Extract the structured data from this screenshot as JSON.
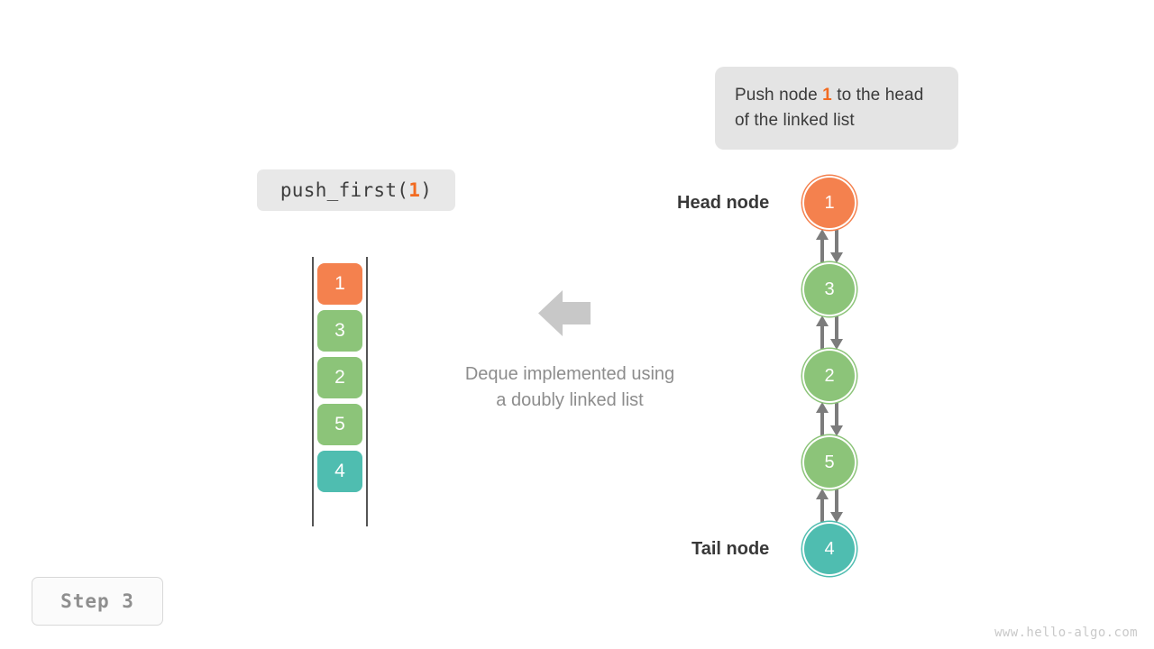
{
  "callout": {
    "prefix": "Push node ",
    "highlight": "1",
    "suffix": " to the head of the linked list"
  },
  "code_chip": {
    "prefix": "push_first(",
    "argument": "1",
    "suffix": ")"
  },
  "step_chip": {
    "label": "Step 3"
  },
  "watermark": {
    "text": "www.hello-algo.com"
  },
  "center": {
    "arrow_icon": "arrow-left-icon",
    "caption_line1": "Deque implemented using",
    "caption_line2": "a doubly linked list"
  },
  "labels": {
    "head": "Head node",
    "tail": "Tail node"
  },
  "colors": {
    "orange": "#f4814e",
    "green": "#8cc479",
    "teal": "#4fbdb0",
    "rail": "#555555",
    "arrow_gray": "#7c7c7c",
    "big_arrow_gray": "#c8c8c8",
    "chip_bg": "#e8e8e8",
    "callout_bg": "#e4e4e4",
    "caption_text": "#8d8d8d",
    "label_text": "#383838"
  },
  "array": {
    "cells": [
      {
        "value": "1",
        "color": "#f4814e"
      },
      {
        "value": "3",
        "color": "#8cc479"
      },
      {
        "value": "2",
        "color": "#8cc479"
      },
      {
        "value": "5",
        "color": "#8cc479"
      },
      {
        "value": "4",
        "color": "#4fbdb0"
      }
    ]
  },
  "linked_list": {
    "nodes": [
      {
        "value": "1",
        "color": "#f4814e",
        "role": "head"
      },
      {
        "value": "3",
        "color": "#8cc479",
        "role": "body"
      },
      {
        "value": "2",
        "color": "#8cc479",
        "role": "body"
      },
      {
        "value": "5",
        "color": "#8cc479",
        "role": "body"
      },
      {
        "value": "4",
        "color": "#4fbdb0",
        "role": "tail"
      }
    ],
    "link_count": 4,
    "link_kind": "bidirectional"
  }
}
